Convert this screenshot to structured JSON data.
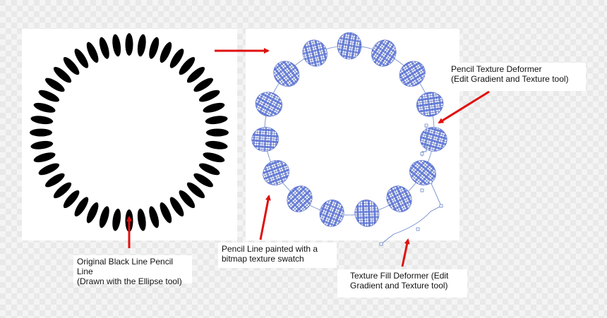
{
  "labels": {
    "original": "Original Black Line Pencil Line\n(Drawn with the Ellipse tool)",
    "pencil_textured": "Pencil Line painted with a\nbitmap texture swatch",
    "texture_fill_deformer": "Texture Fill Deformer (Edit\nGradient and Texture tool)",
    "pencil_texture_deformer": "Pencil Texture Deformer\n(Edit Gradient and Texture tool)"
  },
  "colors": {
    "arrow": "#e01010",
    "black_ellipse": "#000000",
    "texture_blue": "#4a63c9",
    "deformer_line": "#6b86c9",
    "panel": "#ffffff"
  },
  "icons": [
    "ellipse-ring-icon",
    "textured-ellipse-icon",
    "deformer-handle-icon",
    "arrow-icon"
  ]
}
